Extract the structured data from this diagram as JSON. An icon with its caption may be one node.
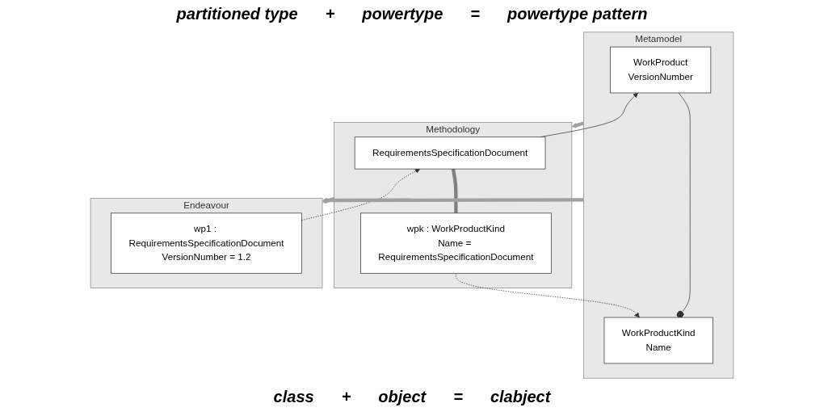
{
  "diagram": {
    "nodes": [
      {
        "text": [
          "Metamodel"
        ]
      },
      {
        "text": [
          "WorkProduct",
          "VersionNumber"
        ],
        "in": 0
      },
      {
        "text": [
          "WorkProductKind",
          "Name"
        ],
        "in": 0
      },
      {
        "text": [
          "Methodology"
        ]
      },
      {
        "text": [
          "RequirementsSpecificationDocument"
        ],
        "in": 3
      },
      {
        "text": [
          "wpk : WorkProductKind",
          "Name = RequirementsSpecificationDocument"
        ],
        "in": 3
      },
      {
        "text": [
          "Endeavour"
        ]
      },
      {
        "text": [
          "wp1 : RequirementsSpecificationDocument",
          "VersionNumber = 1.2"
        ],
        "in": 6
      }
    ],
    "edges": [
      {
        "from": 1,
        "to": 2,
        "arrow": "other"
      },
      {
        "from": 4,
        "to": 1,
        "arrow": "to"
      },
      {
        "from": 5,
        "to": 2,
        "arrow": "to",
        "style": "dashed"
      },
      {
        "from": 4,
        "to": 5,
        "arrow": "none",
        "style": "thick",
        "color": "#808080"
      },
      {
        "from": 7,
        "to": 4,
        "arrow": "to",
        "style": "dashed"
      },
      {
        "from": 0,
        "to": 3,
        "arrow": "to",
        "style": "thick",
        "color": "#a0a0a0"
      },
      {
        "from": 3,
        "to": 6,
        "arrow": "to",
        "style": "thick",
        "color": "#a0a0a0"
      },
      {
        "from": 0,
        "to": 6,
        "arrow": "to",
        "style": "thick",
        "color": "#a0a0a0"
      }
    ],
    "labels": [
      "partitioned type",
      "+",
      "powertype",
      "=",
      "powertype pattern",
      "class",
      "+",
      "object",
      "=",
      "clabject"
    ]
  }
}
